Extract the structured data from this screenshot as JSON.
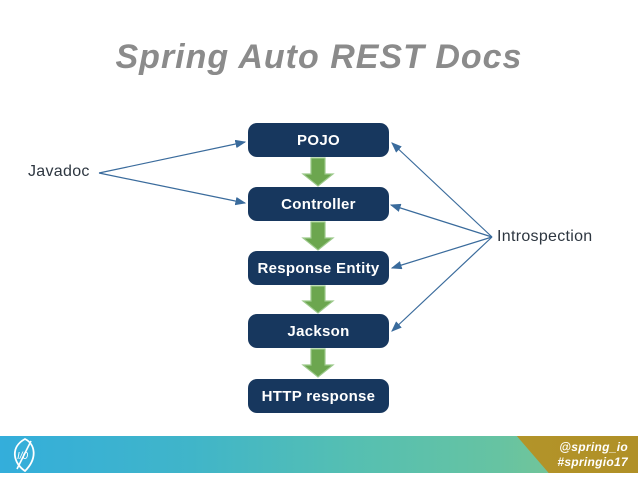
{
  "title": "Spring Auto REST Docs",
  "flow": {
    "nodes": [
      {
        "label": "POJO"
      },
      {
        "label": "Controller"
      },
      {
        "label": "Response Entity"
      },
      {
        "label": "Jackson"
      },
      {
        "label": "HTTP response"
      }
    ]
  },
  "annotations": {
    "left_label": "Javadoc",
    "right_label": "Introspection"
  },
  "footer": {
    "handle": "@spring_io",
    "hashtag": "#springio17",
    "logo_text": "I/0"
  },
  "colors": {
    "box_navy": "#17375e",
    "arrow_green": "#6ca64f",
    "arrow_green_edge": "#9cc98b",
    "connector_blue": "#3a6b9c",
    "title_gray": "#8b8b8b",
    "bar_cyan": "#34aedb",
    "bar_teal": "#55bfb2",
    "bar_gold": "#b3992e",
    "label_dark": "#2d3640"
  }
}
